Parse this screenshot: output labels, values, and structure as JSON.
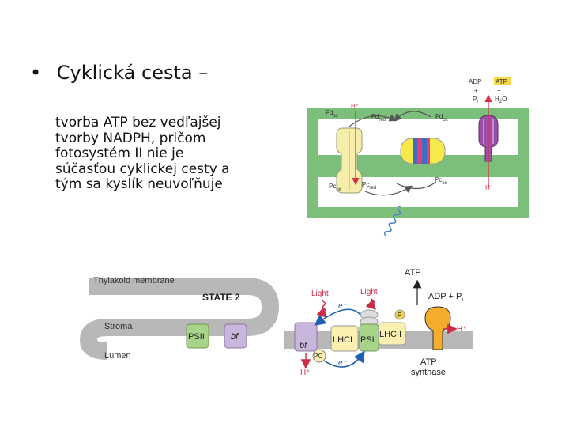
{
  "slide": {
    "bullet": "•",
    "title": "Cyklická cesta –",
    "body_lines": [
      "tvorba ATP bez vedľajšej",
      "tvorby NADPH, pričom",
      "fotosystém II nie je",
      "súčasťou cyklickej cesty a",
      "tým sa kyslík neuvoľňuje"
    ]
  },
  "top_diagram": {
    "fd_ox_left": "Fd",
    "fd_ox_left_sub": "ox",
    "h_plus_top": "H⁺",
    "fd_red": "Fd",
    "fd_red_sub": "red",
    "fd_ox_right": "Fd",
    "fd_ox_right_sub": "ox",
    "pc_ox_left": "Pc",
    "pc_ox_left_sub": "ox",
    "pc_red": "Pc",
    "pc_red_sub": "red",
    "pc_ox_right": "Pc",
    "pc_ox_right_sub": "ox",
    "h_plus_bottom": "H⁻",
    "adp": "ADP",
    "plus_1": "+",
    "pi": "P",
    "pi_sub": "i",
    "atp": "ATP",
    "plus_2": "+",
    "h2o": "H",
    "h2o_sub": "2",
    "h2o_end": "O",
    "colors": {
      "membrane": "#7bbf7a",
      "cytb6f": "#f4eeaa",
      "psi": "#f6e94a",
      "psi_stripe_blue": "#3a6fc4",
      "psi_stripe_pink": "#e0407a",
      "atp_synthase": "#9a4fa8",
      "arrow_red": "#d9304a",
      "light_wave": "#4a7fd0",
      "atp_highlight": "#f7d84a"
    }
  },
  "bottom_diagram": {
    "membrane_label": "Thylakoid membrane",
    "state_label": "STATE 2",
    "stroma_label": "Stroma",
    "lumen_label": "Lumen",
    "psii": "PSII",
    "bf_left": "bf",
    "bf_right": "bf",
    "pc": "PC",
    "light_left": "Light",
    "light_right": "Light",
    "e_top": "e⁻",
    "e_bottom": "e⁻",
    "lhci": "LHCI",
    "psi": "PSI",
    "lhcii": "LHCII",
    "p_badge": "P",
    "h_plus_left": "H⁺",
    "atp": "ATP",
    "adp_pi": "ADP + P",
    "adp_pi_sub": "i",
    "h_plus_right": "H⁺",
    "atp_synthase_1": "ATP",
    "atp_synthase_2": "synthase",
    "colors": {
      "membrane": "#b8b8b8",
      "psii_fill": "#a8d48a",
      "bf_fill": "#c9b6dc",
      "lhc_fill": "#f8efb0",
      "psi_fill": "#a8d48a",
      "atp_synthase_fill": "#f5ad2e",
      "light_red": "#cc2b45",
      "electron_blue": "#1e5fb0"
    }
  }
}
